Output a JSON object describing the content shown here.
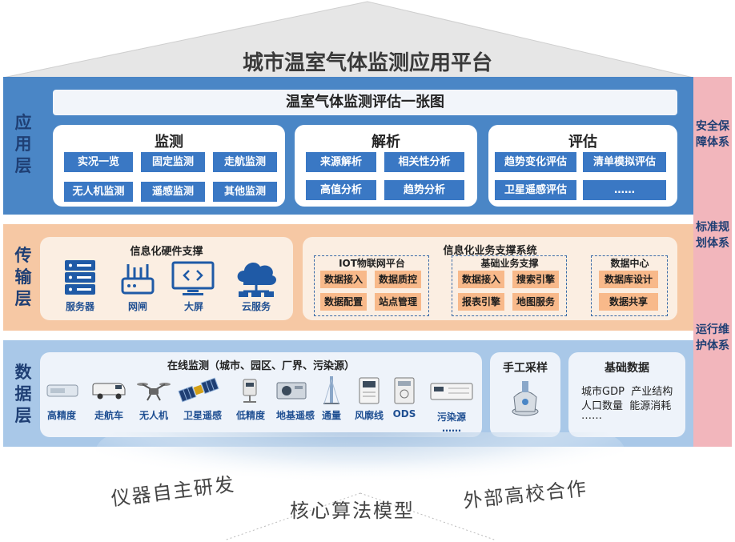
{
  "title": "城市温室气体监测应用平台",
  "app_layer": {
    "label": "应用层",
    "banner": "温室气体监测评估一张图",
    "groups": [
      {
        "title": "监测",
        "items": [
          "实况一览",
          "固定监测",
          "走航监测",
          "无人机监测",
          "遥感监测",
          "其他监测"
        ]
      },
      {
        "title": "解析",
        "items": [
          "来源解析",
          "相关性分析",
          "高值分析",
          "趋势分析"
        ]
      },
      {
        "title": "评估",
        "items": [
          "趋势变化评估",
          "清单模拟评估",
          "卫星遥感评估",
          "……"
        ]
      }
    ]
  },
  "transport_layer": {
    "label": "传输层",
    "hardware": {
      "title": "信息化硬件支撑",
      "items": [
        {
          "label": "服务器",
          "icon": "server-icon"
        },
        {
          "label": "网闸",
          "icon": "gateway-icon"
        },
        {
          "label": "大屏",
          "icon": "display-icon"
        },
        {
          "label": "云服务",
          "icon": "cloud-icon"
        }
      ]
    },
    "business": {
      "title": "信息化业务支撑系统",
      "groups": [
        {
          "title": "IOT物联网平台",
          "items": [
            "数据接入",
            "数据质控",
            "数据配置",
            "站点管理"
          ]
        },
        {
          "title": "基础业务支撑",
          "items": [
            "数据接入",
            "搜索引擎",
            "报表引擎",
            "地图服务"
          ]
        },
        {
          "title": "数据中心",
          "items": [
            "数据库设计",
            "数据共享"
          ]
        }
      ]
    }
  },
  "data_layer": {
    "label": "数据层",
    "online": {
      "title": "在线监测（城市、园区、厂界、污染源）",
      "devices": [
        "高精度",
        "走航车",
        "无人机",
        "卫星遥感",
        "低精度",
        "地基遥感",
        "通量",
        "风廓线",
        "ODS",
        "污染源"
      ],
      "more": "……"
    },
    "manual": {
      "title": "手工采样"
    },
    "basic": {
      "title": "基础数据",
      "line1": "城市GDP  产业结构",
      "line2": "人口数量  能源消耗",
      "line3": "……"
    }
  },
  "side_systems": [
    "安全保障体系",
    "标准规划体系",
    "运行维护体系"
  ],
  "foundation": [
    "仪器自主研发",
    "核心算法模型",
    "外部高校合作"
  ],
  "colors": {
    "app": "#4a86c6",
    "transport": "#f6c8a4",
    "data": "#a9c8e8",
    "side": "#f2b6bc",
    "chip": "#3a78c4",
    "orange_chip": "#f8b98a"
  }
}
